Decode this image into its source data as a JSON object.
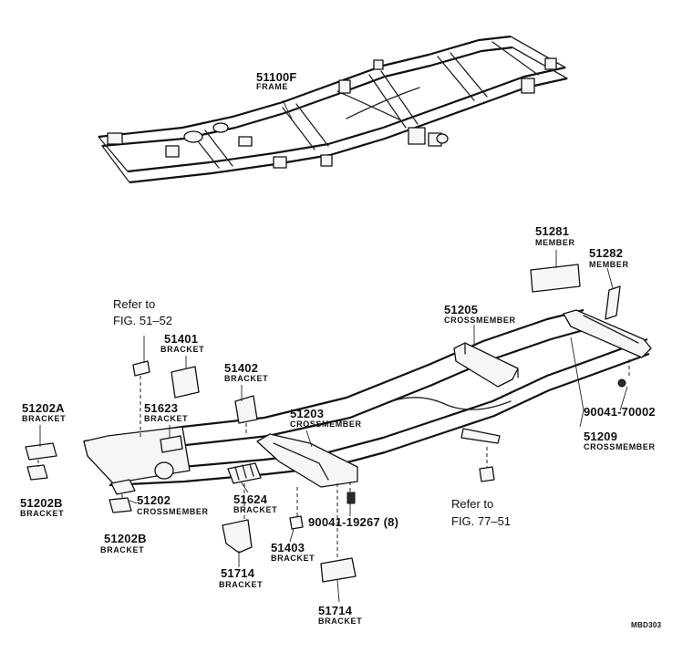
{
  "labels": {
    "p51100f": {
      "number": "51100F",
      "name": "FRAME"
    },
    "p51281": {
      "number": "51281",
      "name": "MEMBER"
    },
    "p51282": {
      "number": "51282",
      "name": "MEMBER"
    },
    "p51205": {
      "number": "51205",
      "name": "CROSSMEMBER"
    },
    "ref1": {
      "line1": "Refer to",
      "line2": "FIG. 51–52"
    },
    "p51401": {
      "number": "51401",
      "name": "BRACKET"
    },
    "p51402": {
      "number": "51402",
      "name": "BRACKET"
    },
    "p51623": {
      "number": "51623",
      "name": "BRACKET"
    },
    "p51203": {
      "number": "51203",
      "name": "CROSSMEMBER"
    },
    "p51202a": {
      "number": "51202A",
      "name": "BRACKET"
    },
    "p90041_70002": {
      "number": "90041-70002"
    },
    "p51209": {
      "number": "51209",
      "name": "CROSSMEMBER"
    },
    "p51202b_1": {
      "number": "51202B",
      "name": "BRACKET"
    },
    "p51202": {
      "number": "51202",
      "name": "CROSSMEMBER"
    },
    "p51624": {
      "number": "51624",
      "name": "BRACKET"
    },
    "ref2": {
      "line1": "Refer to",
      "line2": "FIG. 77–51"
    },
    "p90041_19267": {
      "number": "90041-19267 (8)"
    },
    "p51202b_2": {
      "number": "51202B",
      "name": "BRACKET"
    },
    "p51403": {
      "number": "51403",
      "name": "BRACKET"
    },
    "p51714_1": {
      "number": "51714",
      "name": "BRACKET"
    },
    "p51714_2": {
      "number": "51714",
      "name": "BRACKET"
    },
    "code": "MBD303"
  }
}
